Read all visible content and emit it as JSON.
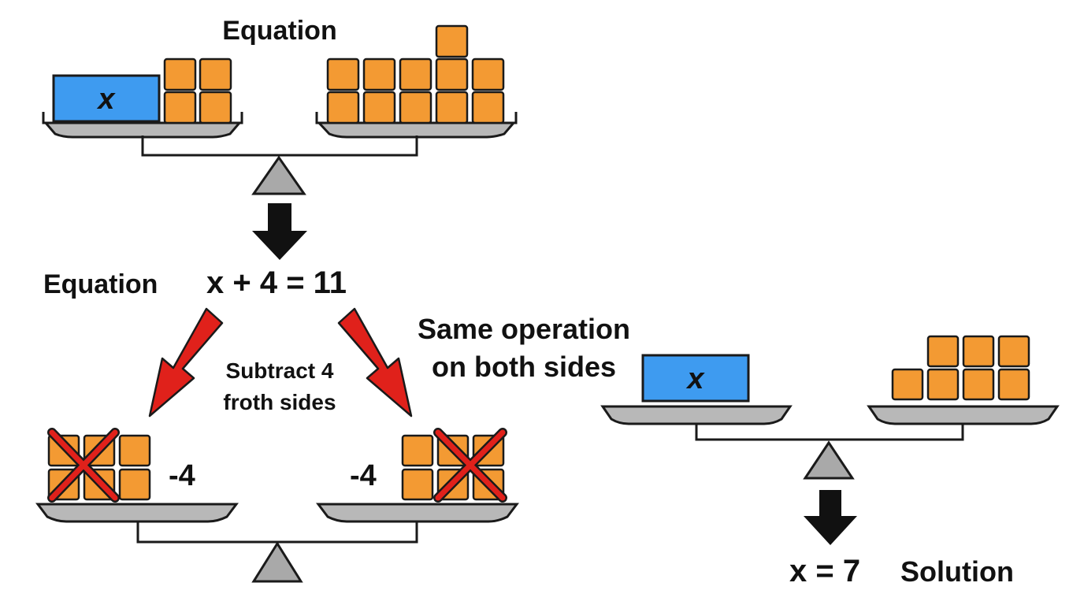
{
  "colors": {
    "block": "#f39a33",
    "block_stroke": "#1a1a1a",
    "unknown_box": "#3e9bf0",
    "pan": "#b8b8b8",
    "fulcrum": "#a9a9a9",
    "arrow_down": "#111111",
    "arrow_diagonal": "#e0211b",
    "cross": "#e0211b"
  },
  "top_scale": {
    "title": "Equation",
    "unknown_label": "x",
    "left_blocks": 4,
    "right_blocks": 11
  },
  "equation_row": {
    "label": "Equation",
    "expression": "x + 4 = 11"
  },
  "step_note": {
    "line1": "Subtract 4",
    "line2": "froth sides"
  },
  "same_operation_note": {
    "line1": "Same operation",
    "line2": "on both sides"
  },
  "bottom_scale": {
    "left_subtract": "-4",
    "right_subtract": "-4",
    "left_blocks": 6,
    "left_crossed": 4,
    "right_blocks": 6,
    "right_crossed": 4
  },
  "result_scale": {
    "unknown_label": "x",
    "right_blocks": 7
  },
  "solution": {
    "expression": "x = 7",
    "label": "Solution"
  }
}
